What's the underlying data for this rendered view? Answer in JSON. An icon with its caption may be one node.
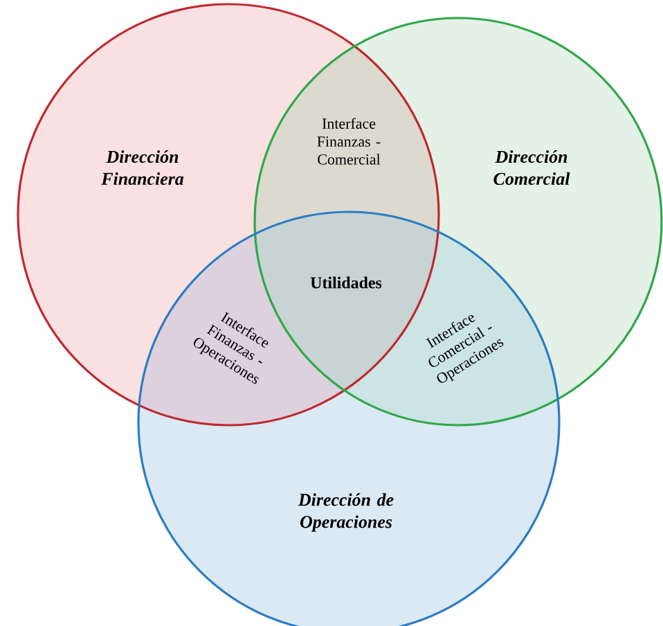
{
  "diagram": {
    "nodes": [
      {
        "text": [
          "Dirección Financiera"
        ]
      },
      {
        "text": [
          "Dirección Comercial"
        ]
      },
      {
        "text": [
          "Dirección de Operaciones"
        ]
      }
    ],
    "labels": [
      "Interface Finanzas - Comercial",
      "Utilidades",
      "Interface Finanzas - Operaciones",
      "Interface Comercial - Operaciones"
    ]
  }
}
